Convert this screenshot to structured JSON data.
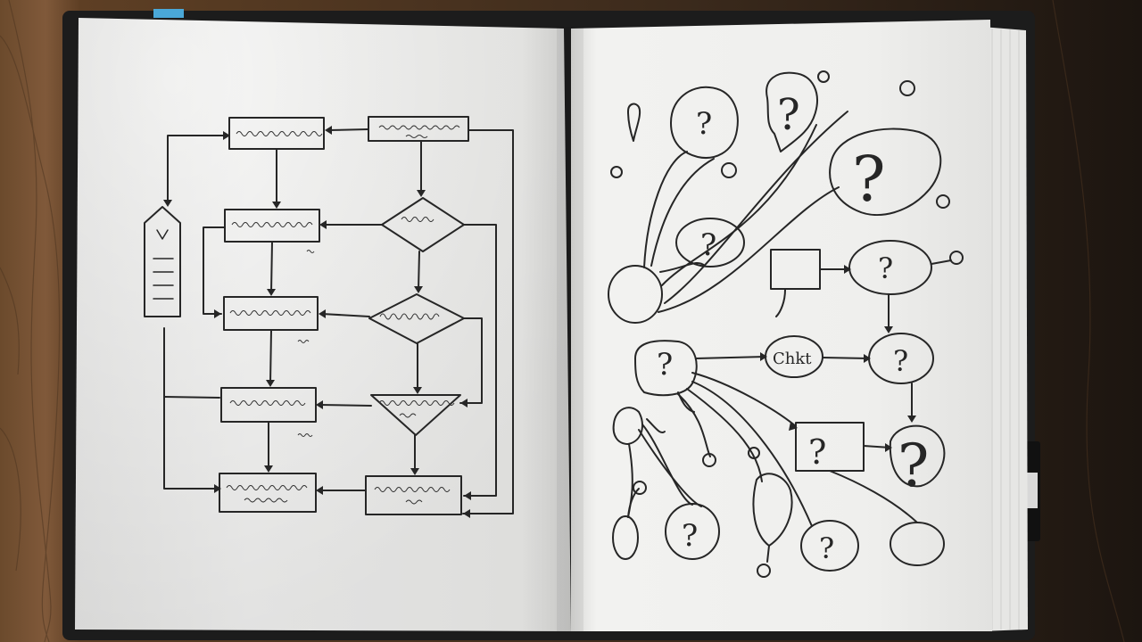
{
  "scene": {
    "subject": "open notebook with hand-drawn flowchart and question-mark mind map",
    "colors": {
      "paper": "#f4f4f2",
      "ink": "#262626",
      "desk": "#6b4a2c",
      "cover": "#1e1e1e",
      "bookmark_tab": "#4aa8d8"
    }
  },
  "left_page": {
    "flowchart_marks": [
      "scribble",
      "scribble",
      "scribble",
      "scribble",
      "scribble",
      "scribble",
      "scribble",
      "scribble",
      "scribble",
      "scribble"
    ]
  },
  "right_page": {
    "question_marks": [
      "?",
      "?",
      "?",
      "?",
      "?",
      "?",
      "?",
      "?",
      "?",
      "?",
      "?"
    ],
    "labeled_node": "Chkt"
  }
}
